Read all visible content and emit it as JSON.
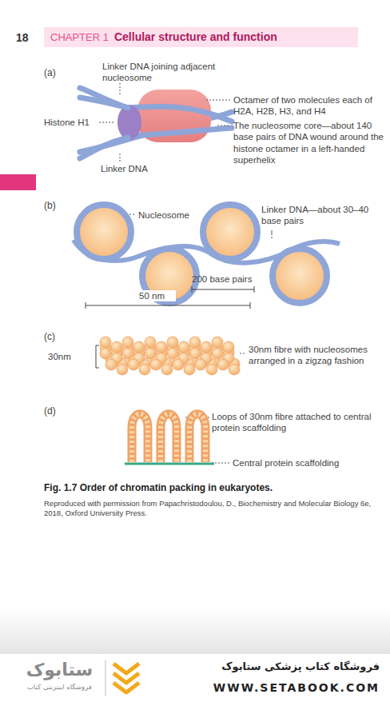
{
  "diagram": {
    "caption": "Fig. 1.7 Order of chromatin packing in eukaryotes.",
    "nodes": [
      {
        "text": [
          "CHAPTER 1",
          "Cellular structure and function"
        ]
      }
    ],
    "labels": [
      "18",
      "(a)",
      "Linker DNA joining adjacent nucleosome",
      "Histone H1",
      "Linker DNA",
      "Octamer of two molecules each of H2A, H2B, H3, and H4",
      "The nucleosome core—about 140 base pairs of DNA wound around the histone octamer in a left-handed superhelix",
      "(b)",
      "Nucleosome",
      "Linker DNA—about 30–40 base pairs",
      "200 base pairs",
      "50 nm",
      "(c)",
      "30nm",
      "30nm fibre with nucleosomes arranged in a zigzag fashion",
      "(d)",
      "Loops of 30nm fibre attached to central protein scaffolding",
      "Central protein scaffolding",
      "Reproduced with permission from Papachristodoulou, D., Biochemistry and Molecular Biology 6e, 2018, Oxford University Press.",
      "فروشگاه کتاب پزشکی ستابوک",
      "WWW.SETABOOK.COM",
      "ستابوک",
      "فروشگاه اینترنتی کتاب"
    ]
  }
}
